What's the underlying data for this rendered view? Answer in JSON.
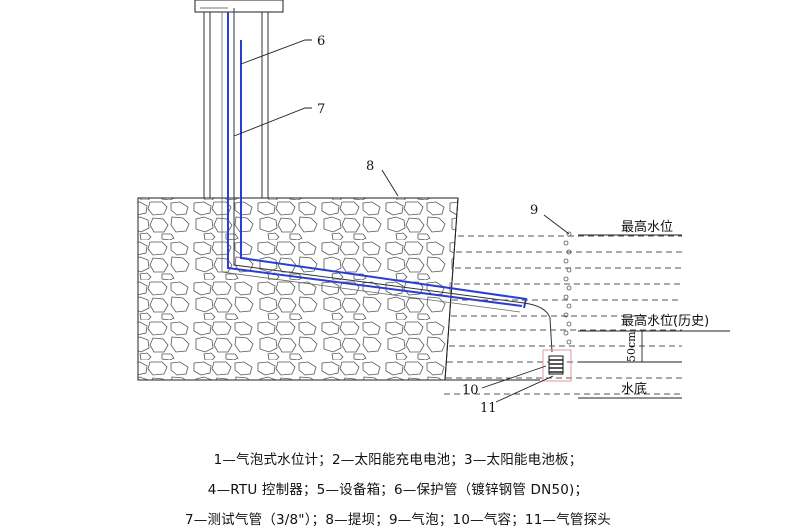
{
  "callouts": {
    "n6": "6",
    "n7": "7",
    "n8": "8",
    "n9": "9",
    "n10": "10",
    "n11": "11"
  },
  "water_levels": {
    "max": "最高水位",
    "max_hist": "最高水位(历史)",
    "bottom": "水底"
  },
  "dimension": {
    "offset": "50cm"
  },
  "legend": {
    "line1": "1—气泡式水位计；2—太阳能充电电池；3—太阳能电池板；",
    "line2": "4—RTU 控制器；5—设备箱；6—保护管（镀锌钢管 DN50)；",
    "line3": "7—测试气管（3/8\"）；8—提坝；9—气泡；10—气容；11—气管探头"
  },
  "colors": {
    "pipe": "#2a3fd1",
    "line": "#222222",
    "stone": "#555555",
    "guide": "#e08080"
  }
}
